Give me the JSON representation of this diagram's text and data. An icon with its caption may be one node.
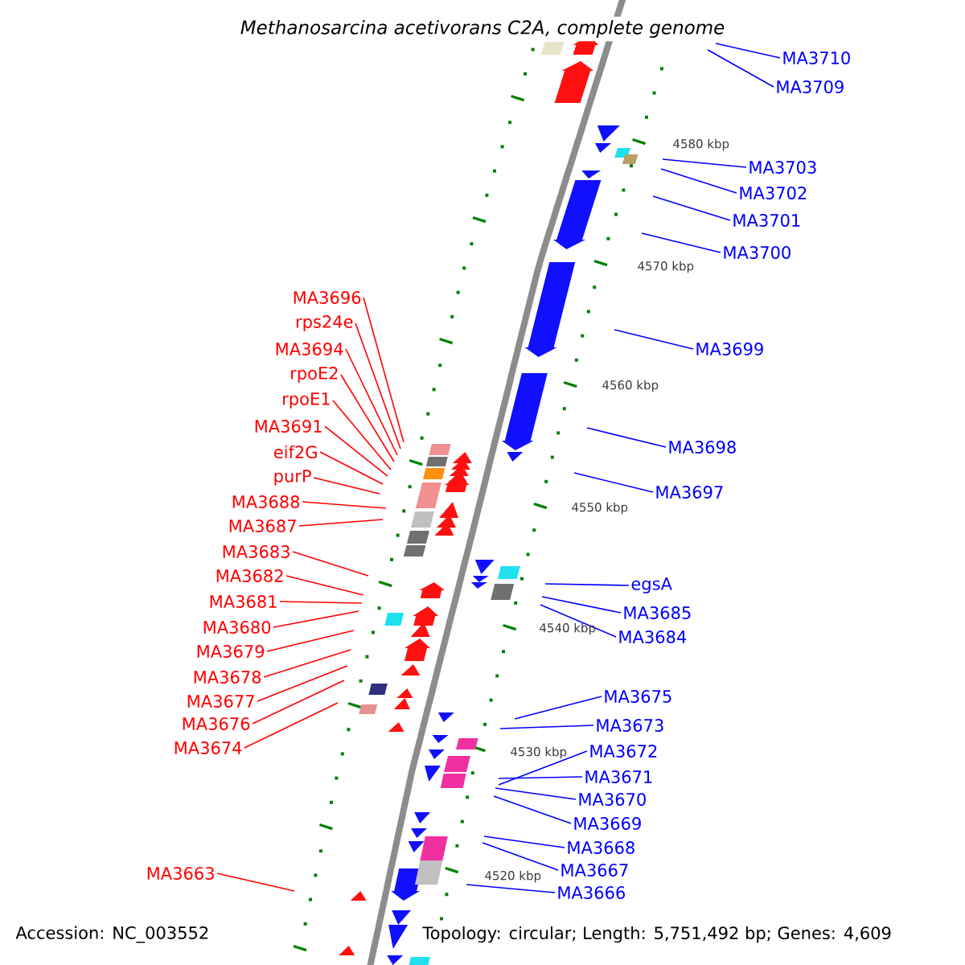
{
  "diagram": {
    "title": "Methanosarcina acetivorans C2A, complete genome",
    "nodes": [
      {
        "text": [
          "MA3696"
        ]
      },
      {
        "text": [
          "rps24e"
        ]
      },
      {
        "text": [
          "MA3694"
        ]
      },
      {
        "text": [
          "rpoE2"
        ]
      },
      {
        "text": [
          "rpoE1"
        ]
      },
      {
        "text": [
          "MA3691"
        ]
      },
      {
        "text": [
          "eif2G"
        ]
      },
      {
        "text": [
          "purP"
        ]
      },
      {
        "text": [
          "MA3688"
        ]
      },
      {
        "text": [
          "MA3687"
        ]
      },
      {
        "text": [
          "MA3683"
        ]
      },
      {
        "text": [
          "MA3682"
        ]
      },
      {
        "text": [
          "MA3681"
        ]
      },
      {
        "text": [
          "MA3680"
        ]
      },
      {
        "text": [
          "MA3679"
        ]
      },
      {
        "text": [
          "MA3678"
        ]
      },
      {
        "text": [
          "MA3677"
        ]
      },
      {
        "text": [
          "MA3676"
        ]
      },
      {
        "text": [
          "MA3674"
        ]
      },
      {
        "text": [
          "MA3663"
        ]
      },
      {
        "text": [
          "MA3710"
        ]
      },
      {
        "text": [
          "MA3709"
        ]
      },
      {
        "text": [
          "MA3703"
        ]
      },
      {
        "text": [
          "MA3702"
        ]
      },
      {
        "text": [
          "MA3701"
        ]
      },
      {
        "text": [
          "MA3700"
        ]
      },
      {
        "text": [
          "MA3699"
        ]
      },
      {
        "text": [
          "MA3698"
        ]
      },
      {
        "text": [
          "MA3697"
        ]
      },
      {
        "text": [
          "egsA"
        ]
      },
      {
        "text": [
          "MA3685"
        ]
      },
      {
        "text": [
          "MA3684"
        ]
      },
      {
        "text": [
          "MA3675"
        ]
      },
      {
        "text": [
          "MA3673"
        ]
      },
      {
        "text": [
          "MA3672"
        ]
      },
      {
        "text": [
          "MA3671"
        ]
      },
      {
        "text": [
          "MA3670"
        ]
      },
      {
        "text": [
          "MA3669"
        ]
      },
      {
        "text": [
          "MA3668"
        ]
      },
      {
        "text": [
          "MA3667"
        ]
      },
      {
        "text": [
          "MA3666"
        ]
      }
    ],
    "edges": [
      {
        "from": 0,
        "to": null,
        "arrow": "none",
        "color": "#ff0000"
      },
      {
        "from": 1,
        "to": null,
        "arrow": "none",
        "color": "#ff0000"
      },
      {
        "from": 2,
        "to": null,
        "arrow": "none",
        "color": "#ff0000"
      },
      {
        "from": 3,
        "to": null,
        "arrow": "none",
        "color": "#ff0000"
      },
      {
        "from": 4,
        "to": null,
        "arrow": "none",
        "color": "#ff0000"
      },
      {
        "from": 5,
        "to": null,
        "arrow": "none",
        "color": "#ff0000"
      },
      {
        "from": 6,
        "to": null,
        "arrow": "none",
        "color": "#ff0000"
      },
      {
        "from": 7,
        "to": null,
        "arrow": "none",
        "color": "#ff0000"
      },
      {
        "from": 8,
        "to": null,
        "arrow": "none",
        "color": "#ff0000"
      },
      {
        "from": 9,
        "to": null,
        "arrow": "none",
        "color": "#ff0000"
      },
      {
        "from": 10,
        "to": null,
        "arrow": "none",
        "color": "#ff0000"
      },
      {
        "from": 11,
        "to": null,
        "arrow": "none",
        "color": "#ff0000"
      },
      {
        "from": 12,
        "to": null,
        "arrow": "none",
        "color": "#ff0000"
      },
      {
        "from": 13,
        "to": null,
        "arrow": "none",
        "color": "#ff0000"
      },
      {
        "from": 14,
        "to": null,
        "arrow": "none",
        "color": "#ff0000"
      },
      {
        "from": 15,
        "to": null,
        "arrow": "none",
        "color": "#ff0000"
      },
      {
        "from": 16,
        "to": null,
        "arrow": "none",
        "color": "#ff0000"
      },
      {
        "from": 17,
        "to": null,
        "arrow": "none",
        "color": "#ff0000"
      },
      {
        "from": 18,
        "to": null,
        "arrow": "none",
        "color": "#ff0000"
      },
      {
        "from": 19,
        "to": null,
        "arrow": "none",
        "color": "#ff0000"
      },
      {
        "from": 20,
        "to": null,
        "arrow": "none"
      },
      {
        "from": 21,
        "to": null,
        "arrow": "none"
      },
      {
        "from": 22,
        "to": null,
        "arrow": "none"
      },
      {
        "from": 23,
        "to": null,
        "arrow": "none"
      },
      {
        "from": 24,
        "to": null,
        "arrow": "none"
      },
      {
        "from": 25,
        "to": null,
        "arrow": "none"
      },
      {
        "from": 26,
        "to": null,
        "arrow": "none"
      },
      {
        "from": 27,
        "to": null,
        "arrow": "none"
      },
      {
        "from": 28,
        "to": null,
        "arrow": "none"
      },
      {
        "from": 29,
        "to": null,
        "arrow": "none"
      },
      {
        "from": 30,
        "to": null,
        "arrow": "none"
      },
      {
        "from": 31,
        "to": null,
        "arrow": "none"
      },
      {
        "from": 32,
        "to": null,
        "arrow": "none"
      },
      {
        "from": 33,
        "to": null,
        "arrow": "none"
      },
      {
        "from": 34,
        "to": null,
        "arrow": "none"
      },
      {
        "from": 35,
        "to": null,
        "arrow": "none"
      },
      {
        "from": 36,
        "to": null,
        "arrow": "none"
      },
      {
        "from": 37,
        "to": null,
        "arrow": "none"
      },
      {
        "from": 38,
        "to": null,
        "arrow": "none"
      },
      {
        "from": 39,
        "to": null,
        "arrow": "none"
      },
      {
        "from": 40,
        "to": null,
        "arrow": "none"
      }
    ],
    "labels": [
      "4580 kbp",
      "4570 kbp",
      "4560 kbp",
      "4550 kbp",
      "4540 kbp",
      "4530 kbp",
      "4520 kbp",
      "Accession: NC_003552",
      "Topology: circular; Length: 5,751,492 bp; Genes: 4,609"
    ]
  }
}
